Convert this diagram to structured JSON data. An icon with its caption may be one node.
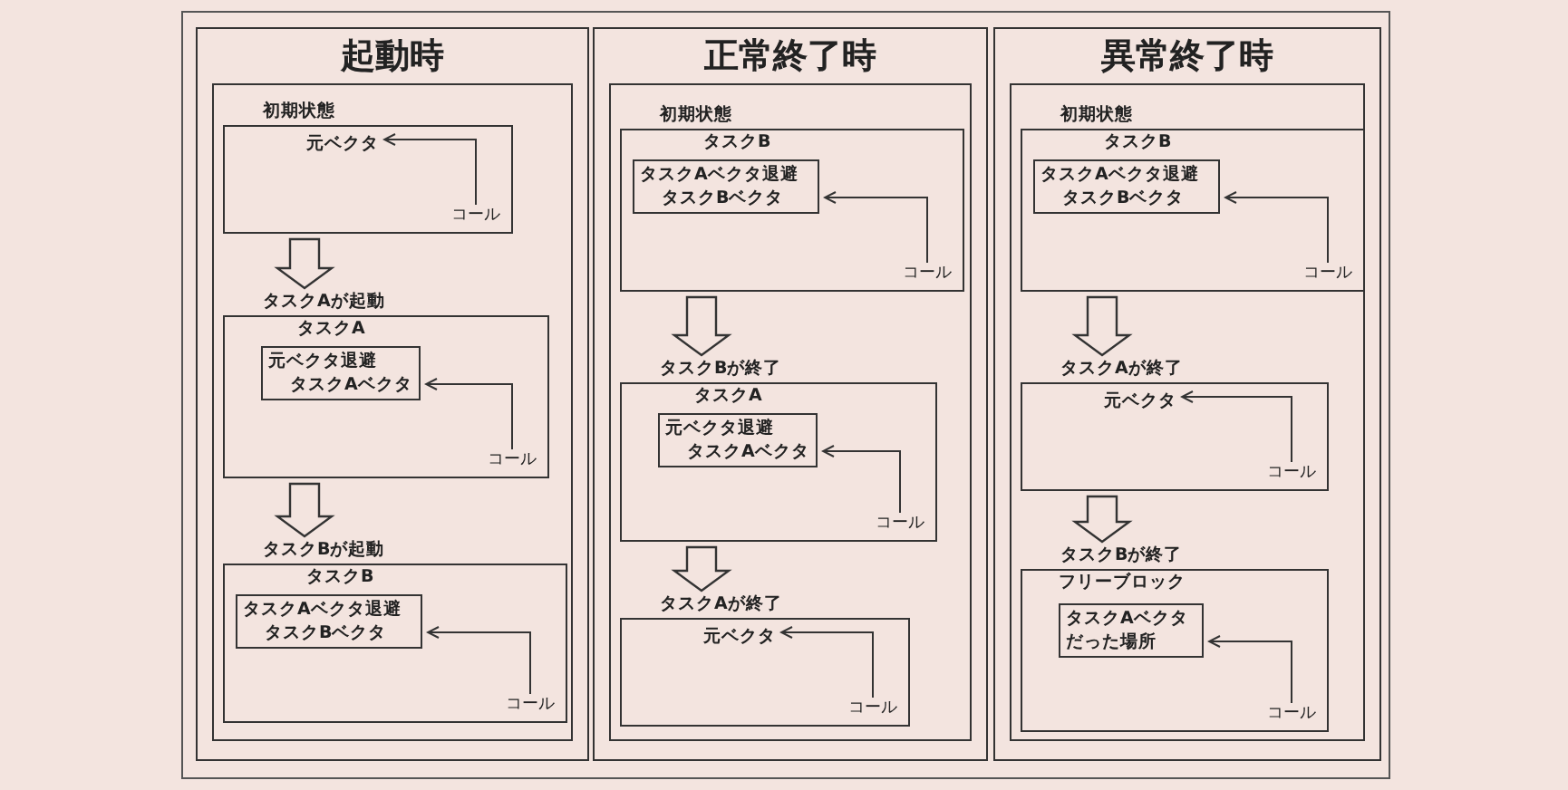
{
  "diagram": {
    "nodes": [
      {
        "text": [
          "起動時"
        ]
      },
      {
        "text": [
          "初期状態"
        ],
        "in": 0
      },
      {
        "text": [
          "元ベクタ"
        ],
        "in": 1
      },
      {
        "text": [
          "コール"
        ],
        "in": 1
      },
      {
        "text": [
          "タスクAが起動",
          "タスクA"
        ],
        "in": 0
      },
      {
        "text": [
          "元ベクタ退避",
          "タスクAベクタ"
        ],
        "in": 4
      },
      {
        "text": [
          "コール"
        ],
        "in": 4
      },
      {
        "text": [
          "タスクBが起動",
          "タスクB"
        ],
        "in": 0
      },
      {
        "text": [
          "タスクAベクタ退避",
          "タスクBベクタ"
        ],
        "in": 7
      },
      {
        "text": [
          "コール"
        ],
        "in": 7
      },
      {
        "text": [
          "正常終了時"
        ]
      },
      {
        "text": [
          "初期状態",
          "タスクB"
        ],
        "in": 10
      },
      {
        "text": [
          "タスクAベクタ退避",
          "タスクBベクタ"
        ],
        "in": 11
      },
      {
        "text": [
          "コール"
        ],
        "in": 11
      },
      {
        "text": [
          "タスクBが終了",
          "タスクA"
        ],
        "in": 10
      },
      {
        "text": [
          "元ベクタ退避",
          "タスクAベクタ"
        ],
        "in": 14
      },
      {
        "text": [
          "コール"
        ],
        "in": 14
      },
      {
        "text": [
          "タスクAが終了"
        ],
        "in": 10
      },
      {
        "text": [
          "元ベクタ"
        ],
        "in": 17
      },
      {
        "text": [
          "コール"
        ],
        "in": 17
      },
      {
        "text": [
          "異常終了時"
        ]
      },
      {
        "text": [
          "初期状態",
          "タスクB"
        ],
        "in": 20
      },
      {
        "text": [
          "タスクAベクタ退避",
          "タスクBベクタ"
        ],
        "in": 21
      },
      {
        "text": [
          "コール"
        ],
        "in": 21
      },
      {
        "text": [
          "タスクAが終了"
        ],
        "in": 20
      },
      {
        "text": [
          "元ベクタ"
        ],
        "in": 24
      },
      {
        "text": [
          "コール"
        ],
        "in": 24
      },
      {
        "text": [
          "タスクBが終了",
          "フリーブロック"
        ],
        "in": 20
      },
      {
        "text": [
          "タスクAベクタだった場所"
        ],
        "in": 27
      },
      {
        "text": [
          "コール"
        ],
        "in": 27
      }
    ],
    "edges": [
      {
        "from": 3,
        "to": 2,
        "arrow": "to"
      },
      {
        "from": 1,
        "to": 4,
        "arrow": "to",
        "style": "thick"
      },
      {
        "from": 6,
        "to": 5,
        "arrow": "to"
      },
      {
        "from": 4,
        "to": 7,
        "arrow": "to",
        "style": "thick"
      },
      {
        "from": 9,
        "to": 8,
        "arrow": "to"
      },
      {
        "from": 13,
        "to": 12,
        "arrow": "to"
      },
      {
        "from": 11,
        "to": 14,
        "arrow": "to",
        "style": "thick"
      },
      {
        "from": 16,
        "to": 15,
        "arrow": "to"
      },
      {
        "from": 14,
        "to": 17,
        "arrow": "to",
        "style": "thick"
      },
      {
        "from": 19,
        "to": 18,
        "arrow": "to"
      },
      {
        "from": 23,
        "to": 22,
        "arrow": "to"
      },
      {
        "from": 21,
        "to": 24,
        "arrow": "to",
        "style": "thick"
      },
      {
        "from": 26,
        "to": 25,
        "arrow": "to"
      },
      {
        "from": 24,
        "to": 27,
        "arrow": "to",
        "style": "thick"
      },
      {
        "from": 29,
        "to": 28,
        "arrow": "to"
      }
    ]
  }
}
